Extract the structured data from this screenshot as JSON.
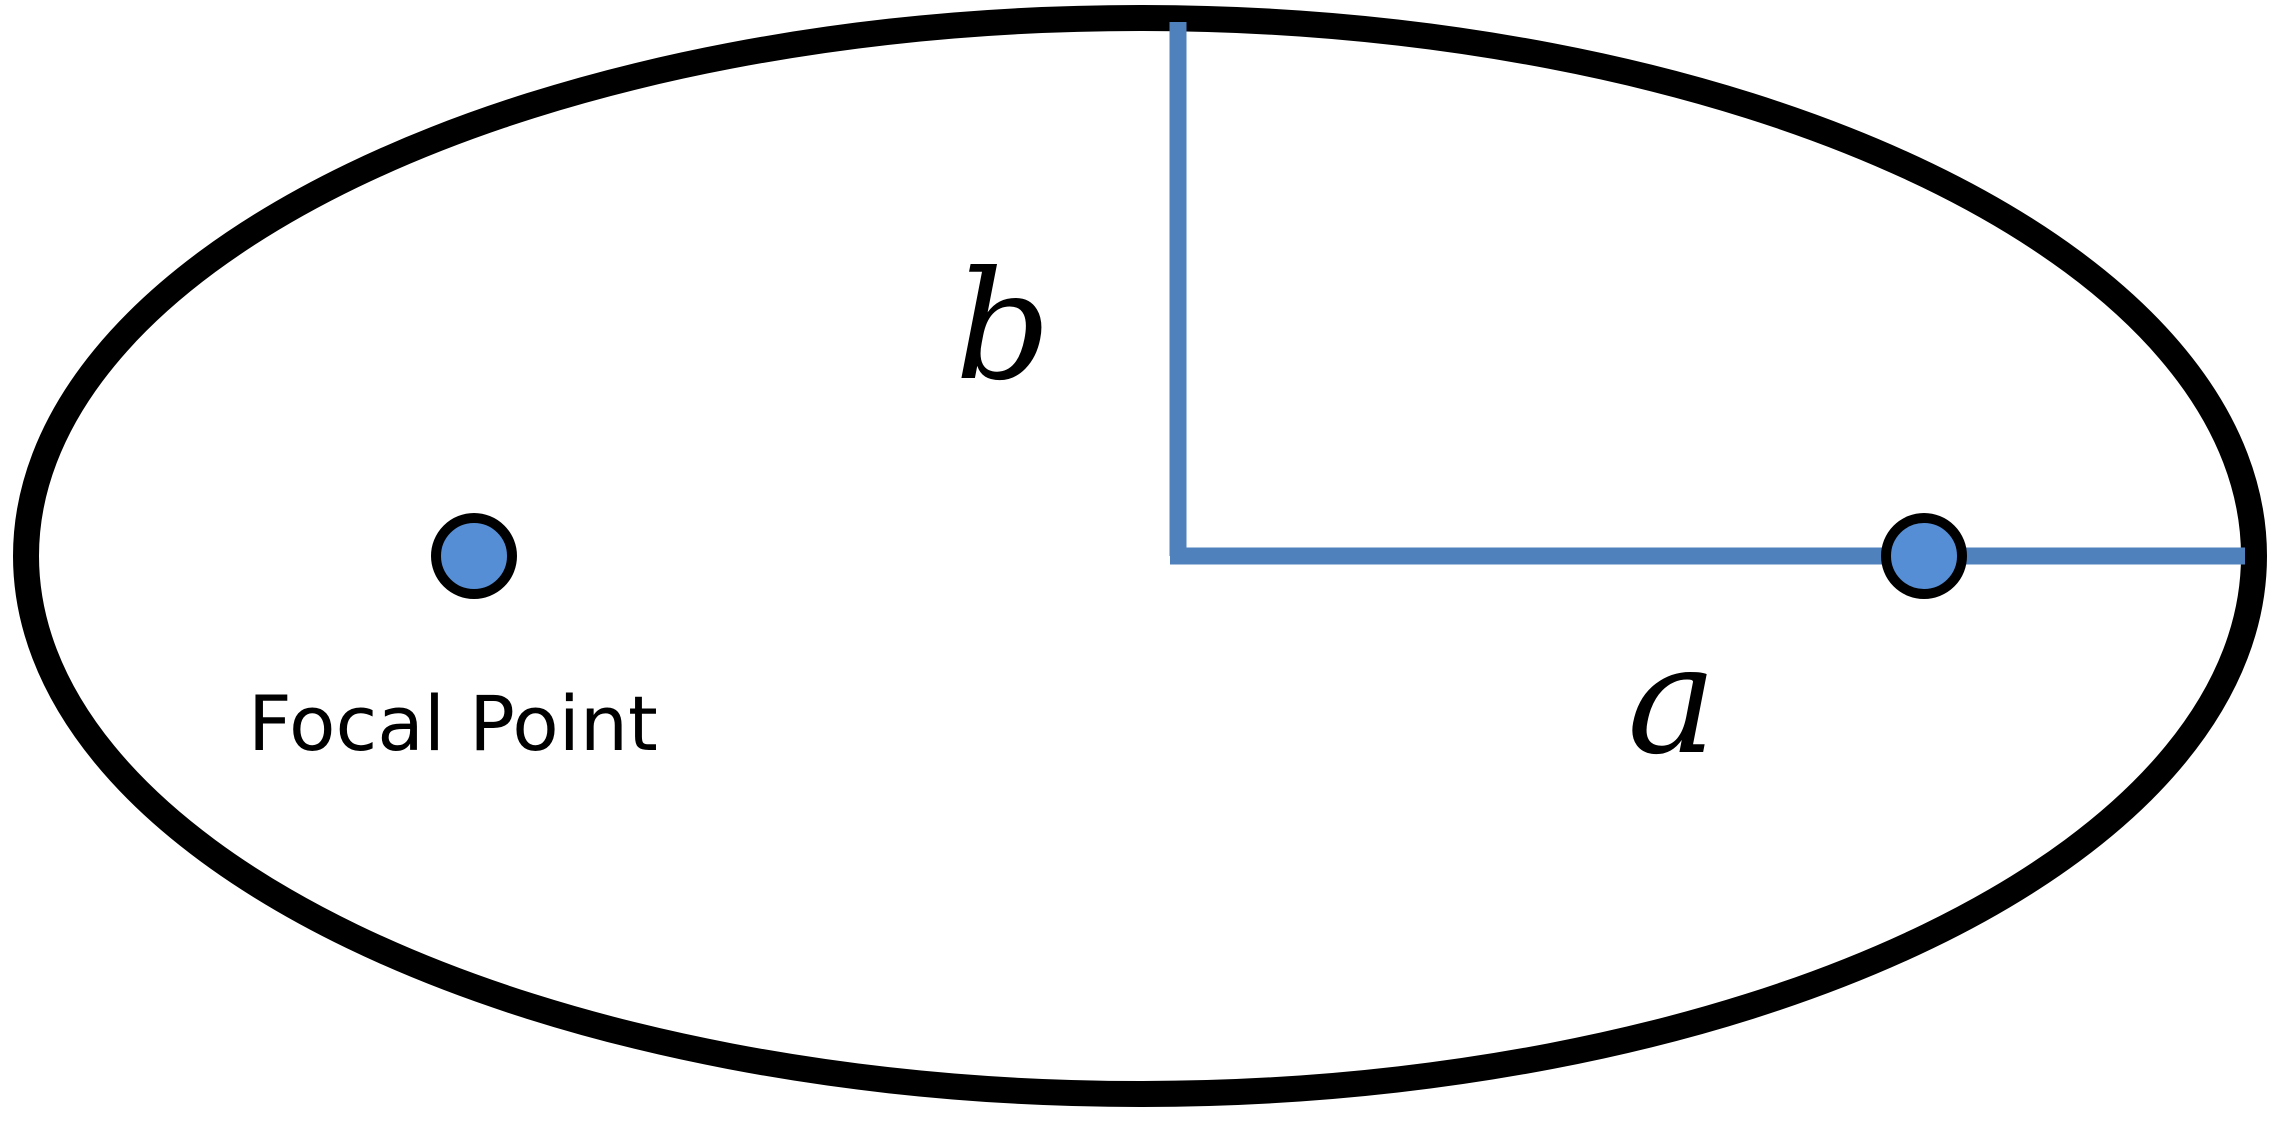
{
  "diagram": {
    "labels": {
      "semi_minor": "b",
      "semi_major": "a",
      "focal_point": "Focal Point"
    },
    "colors": {
      "ellipse_stroke": "#000000",
      "axis_line": "#4f81bd",
      "focus_fill": "#558ed5",
      "focus_stroke": "#000000",
      "background": "#ffffff"
    }
  }
}
